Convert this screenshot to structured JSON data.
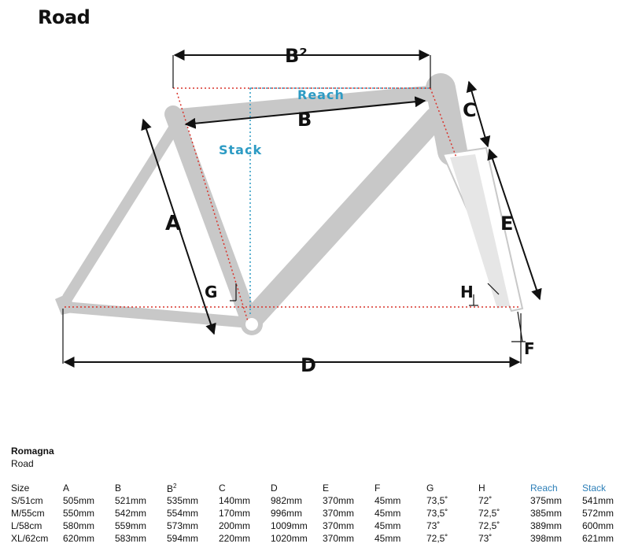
{
  "title": "Road",
  "diagram": {
    "labels": {
      "A": "A",
      "B": "B",
      "B2": "B²",
      "C": "C",
      "D": "D",
      "E": "E",
      "F": "F",
      "G": "G",
      "H": "H",
      "reach": "Reach",
      "stack": "Stack"
    }
  },
  "model": {
    "name": "Romagna",
    "category": "Road"
  },
  "table": {
    "headers": [
      "Size",
      "A",
      "B",
      "B2",
      "C",
      "D",
      "E",
      "F",
      "G",
      "H",
      "Reach",
      "Stack"
    ],
    "rows": [
      [
        "S/51cm",
        "505mm",
        "521mm",
        "535mm",
        "140mm",
        "982mm",
        "370mm",
        "45mm",
        "73,5˚",
        "72˚",
        "375mm",
        "541mm"
      ],
      [
        "M/55cm",
        "550mm",
        "542mm",
        "554mm",
        "170mm",
        "996mm",
        "370mm",
        "45mm",
        "73,5˚",
        "72,5˚",
        "385mm",
        "572mm"
      ],
      [
        "L/58cm",
        "580mm",
        "559mm",
        "573mm",
        "200mm",
        "1009mm",
        "370mm",
        "45mm",
        "73˚",
        "72,5˚",
        "389mm",
        "600mm"
      ],
      [
        "XL/62cm",
        "620mm",
        "583mm",
        "594mm",
        "220mm",
        "1020mm",
        "370mm",
        "45mm",
        "72,5˚",
        "73˚",
        "398mm",
        "621mm"
      ]
    ]
  },
  "colors": {
    "frame": "#c8c8c8",
    "dim_line": "#111111",
    "red_dotted": "#d9332b",
    "blue": "#2d9bc4"
  }
}
